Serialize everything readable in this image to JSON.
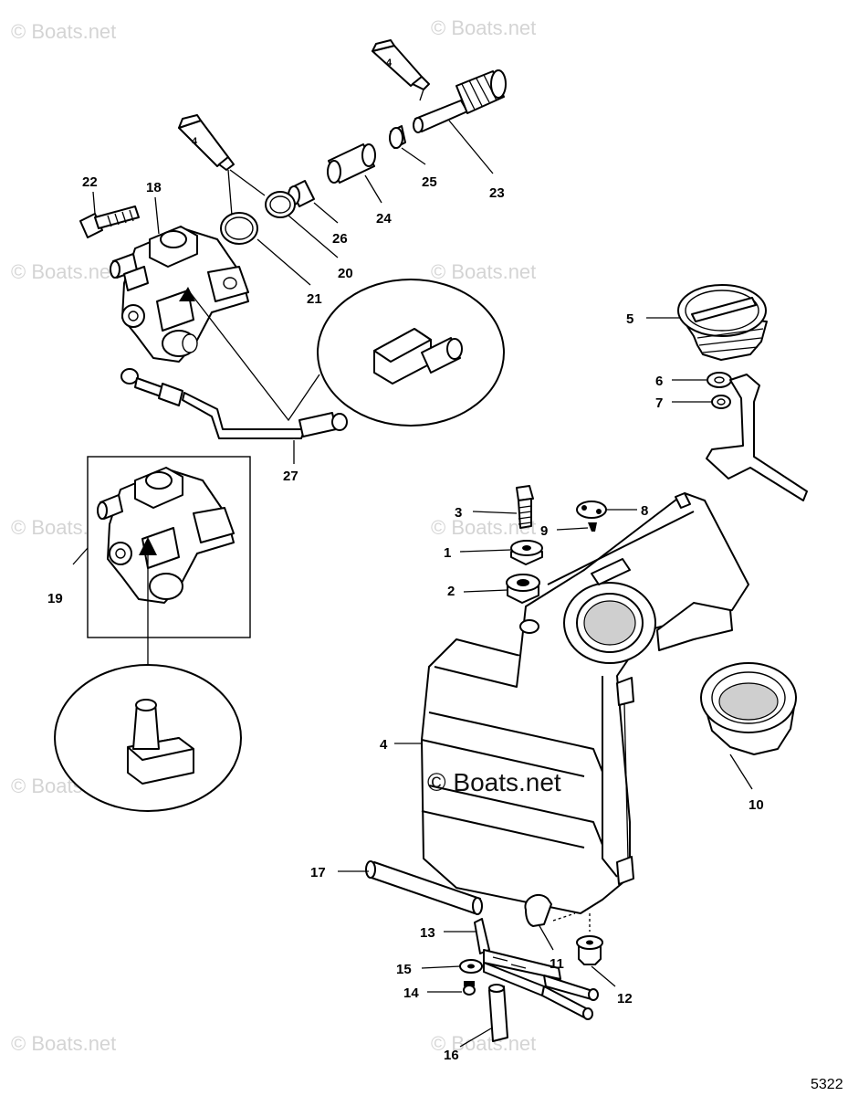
{
  "watermark": "© Boats.net",
  "figure_number": "5322",
  "callouts": {
    "c1": "1",
    "c2": "2",
    "c3": "3",
    "c4": "4",
    "c5": "5",
    "c6": "6",
    "c7": "7",
    "c8": "8",
    "c9": "9",
    "c10": "10",
    "c11": "11",
    "c12": "12",
    "c13": "13",
    "c14": "14",
    "c15": "15",
    "c16": "16",
    "c17": "17",
    "c18": "18",
    "c19": "19",
    "c20": "20",
    "c21": "21",
    "c22": "22",
    "c23": "23",
    "c24": "24",
    "c25": "25",
    "c26": "26",
    "c27": "27"
  },
  "tube_labels": {
    "t1": "4",
    "t2": "4"
  }
}
